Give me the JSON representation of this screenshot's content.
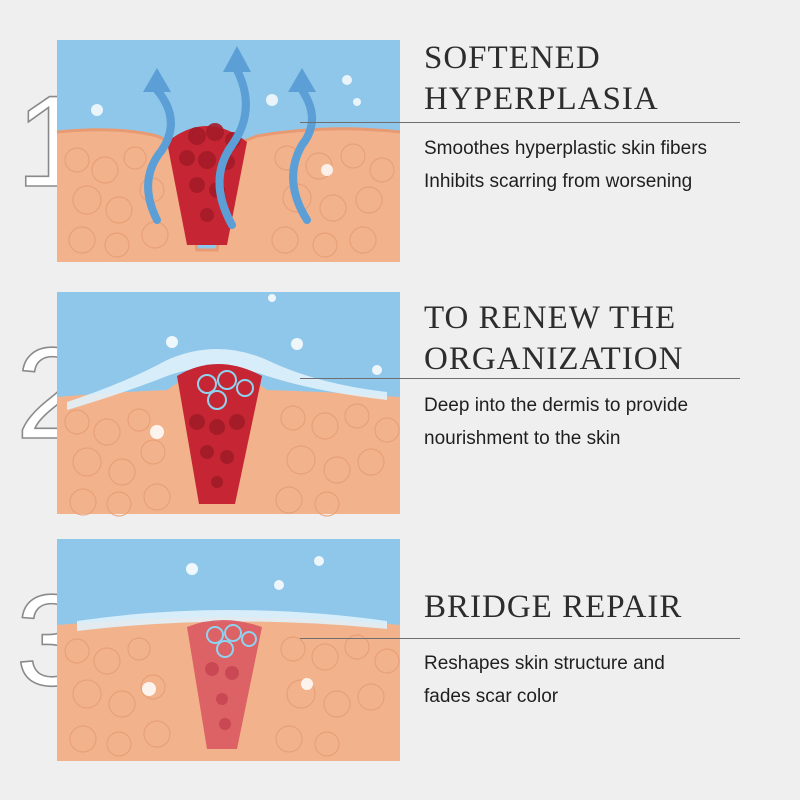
{
  "steps": [
    {
      "number": "1",
      "title_lines": [
        "SOFTENED",
        "HYPERPLASIA"
      ],
      "description_lines": [
        "Smoothes hyperplastic skin fibers",
        "Inhibits scarring from worsening"
      ]
    },
    {
      "number": "2",
      "title_lines": [
        "TO RENEW THE",
        "ORGANIZATION"
      ],
      "description_lines": [
        "Deep into the dermis to provide",
        "nourishment to the skin"
      ]
    },
    {
      "number": "3",
      "title_lines": [
        "BRIDGE REPAIR"
      ],
      "description_lines": [
        "Reshapes skin structure and",
        "fades scar color"
      ]
    }
  ],
  "colors": {
    "background": "#efefef",
    "sky": "#8fc7ea",
    "skin": "#f2b38c",
    "scar": "#c62634",
    "arrow": "#5b9fd6",
    "text": "#2d2d2d"
  },
  "icons": [
    "upward-arrow-icon",
    "bubble-icon"
  ]
}
